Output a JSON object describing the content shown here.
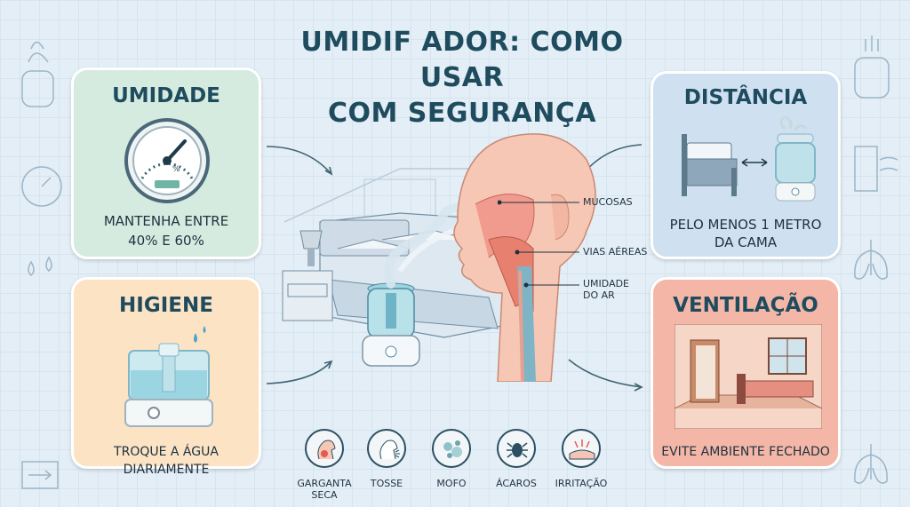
{
  "title": {
    "line1": "UMIDIF ADOR: COMO USAR",
    "line2": "COM SEGURANÇA"
  },
  "cards": {
    "umidade": {
      "title": "UMIDADE",
      "line1": "MANTENHA ENTRE",
      "line2": "40% E 60%",
      "gauge_unit": "%"
    },
    "higiene": {
      "title": "HIGIENE",
      "text": "TROQUE A ÁGUA DIARIAMENTE"
    },
    "distancia": {
      "title": "DISTÂNCIA",
      "line1": "PELO MENOS 1 METRO",
      "line2": "DA CAMA"
    },
    "ventilacao": {
      "title": "VENTILAÇÃO",
      "text": "EVITE AMBIENTE FECHADO"
    }
  },
  "anatomy_labels": {
    "mucosas": "MUCOSAS",
    "vias": "VIAS AÉREAS",
    "umidade1": "UMIDADE",
    "umidade2": "DO AR"
  },
  "risks": [
    {
      "icon": "dry-throat-icon",
      "line1": "GARGANTA",
      "line2": "SECA"
    },
    {
      "icon": "cough-icon",
      "line1": "TOSSE",
      "line2": ""
    },
    {
      "icon": "mold-icon",
      "line1": "MOFO",
      "line2": ""
    },
    {
      "icon": "mite-icon",
      "line1": "ÁCAROS",
      "line2": ""
    },
    {
      "icon": "irritation-icon",
      "line1": "IRRITAÇÃO",
      "line2": ""
    }
  ],
  "colors": {
    "title": "#1e4c5e",
    "umidade": "#d5ebdf",
    "higiene": "#fbe3c4",
    "distancia": "#cfe0f1",
    "ventilacao": "#f4b7a7"
  }
}
